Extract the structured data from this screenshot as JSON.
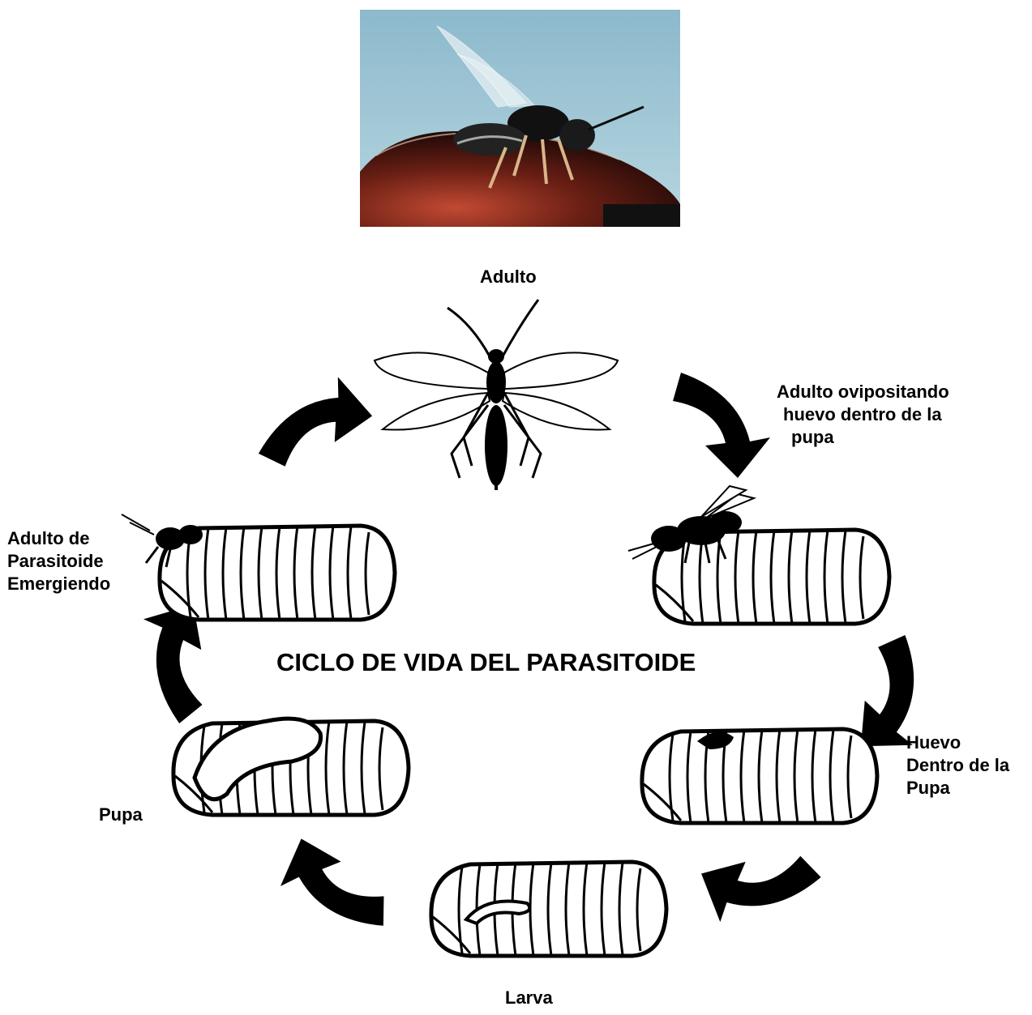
{
  "labels": {
    "adulto": "Adulto",
    "ovipositing": [
      "Adulto ovipositando",
      "huevo dentro de la",
      "pupa"
    ],
    "egg": [
      "Huevo",
      "Dentro de la",
      "Pupa"
    ],
    "larva": "Larva",
    "pupa": "Pupa",
    "emerging": [
      "Adulto de",
      "Parasitoide",
      "Emergiendo"
    ],
    "title": "CICLO DE VIDA DEL PARASITOIDE"
  },
  "colors": {
    "ink": "#000000",
    "photo_sky": "#9fc6d6",
    "photo_host": "#5a1d12"
  },
  "icons": [
    "wasp-photo",
    "adult-wasp-icon",
    "ovipositing-wasp-icon",
    "host-pupa-icon",
    "cycle-arrow-icon"
  ]
}
